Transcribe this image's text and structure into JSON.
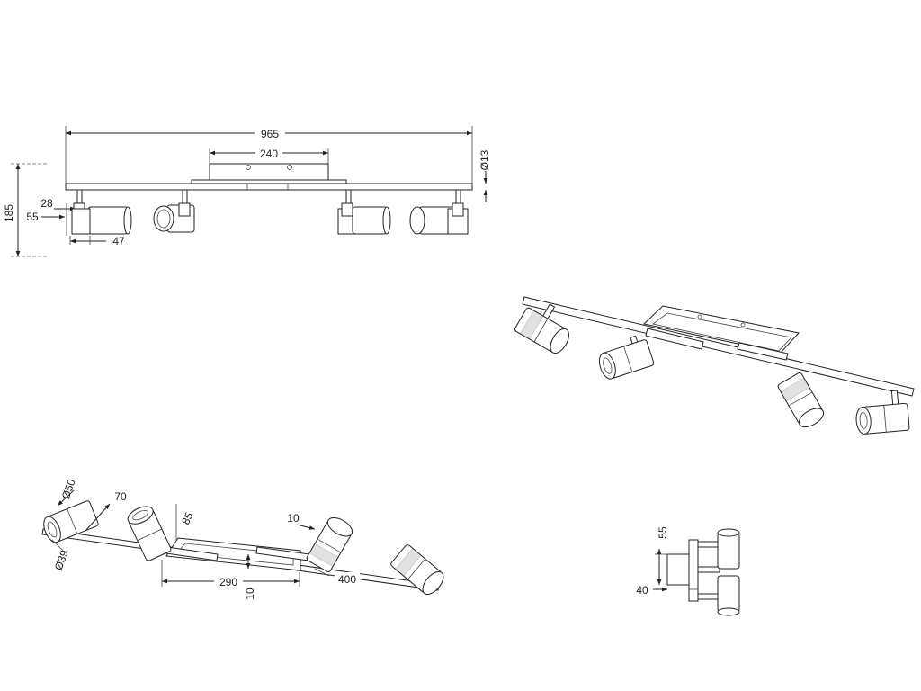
{
  "front_view": {
    "width_total": "965",
    "canopy_width": "240",
    "bar_dia": "Ø13",
    "height": "185",
    "arm_offset": "28",
    "spot_height": "55",
    "spot_length": "47"
  },
  "top_view": {
    "spot_dia": "Ø50",
    "spot_len": "70",
    "arm_len": "85",
    "gap": "10",
    "canopy_len": "290",
    "canopy_depth": "10",
    "bar_seg": "400",
    "spot_small_dia": "Ø39"
  },
  "side_view": {
    "height": "55",
    "depth": "40"
  },
  "colors": {
    "line": "#222222",
    "background": "#ffffff"
  }
}
